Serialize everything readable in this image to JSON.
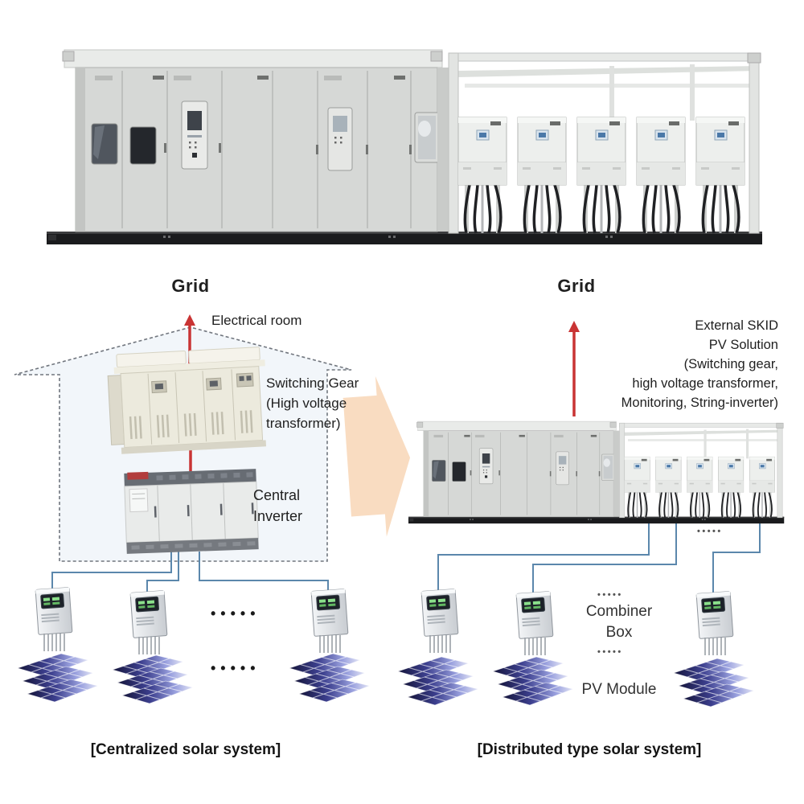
{
  "colors": {
    "accent_red": "#c93434",
    "line_blue": "#5b87ac",
    "block_arrow_orange": "#f9dcc1",
    "outline_gray": "#71767e",
    "pv_dark": "#15153a",
    "pv_light": "#e4e6f6",
    "skid_base": "#1a1b1d",
    "cabinet_gray": "#d6d8d6"
  },
  "left": {
    "grid": "Grid",
    "electrical_room": "Electrical room",
    "switching_gear": "Switching Gear\n(High voltage\ntransformer)",
    "central_inverter": "Central\nInverter",
    "dots_large": "•••••",
    "caption": "[Centralized solar system]"
  },
  "right": {
    "grid": "Grid",
    "external_skid": "External SKID\nPV Solution\n(Switching gear,\nhigh voltage transformer,\nMonitoring, String-inverter)",
    "combiner_box": "Combiner\nBox",
    "pv_module": "PV Module",
    "dots_small": "•••••",
    "caption": "[Distributed type solar system]"
  }
}
